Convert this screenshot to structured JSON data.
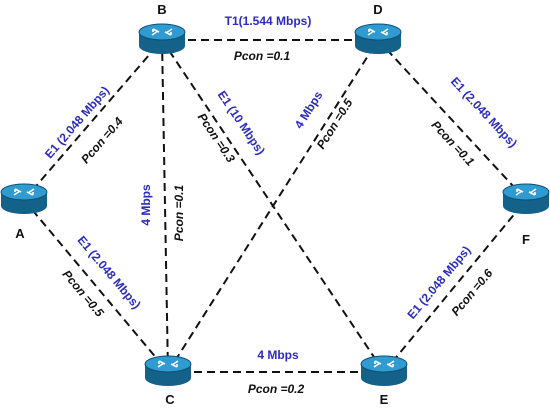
{
  "nodes": {
    "A": {
      "label": "A"
    },
    "B": {
      "label": "B"
    },
    "C": {
      "label": "C"
    },
    "D": {
      "label": "D"
    },
    "E": {
      "label": "E"
    },
    "F": {
      "label": "F"
    }
  },
  "links": {
    "BD": {
      "bandwidth": "T1(1.544 Mbps)",
      "pcon": "Pcon =0.1"
    },
    "AB": {
      "bandwidth": "E1 (2.048 Mbps)",
      "pcon": "Pcon =0.4"
    },
    "AC": {
      "bandwidth": "E1 (2.048 Mbps)",
      "pcon": "Pcon =0.5"
    },
    "BC": {
      "bandwidth": "4 Mbps",
      "pcon": "Pcon =0.1"
    },
    "BE": {
      "bandwidth": "E1 (10 Mbps)",
      "pcon": "Pcon =0.3"
    },
    "CD": {
      "bandwidth": "4 Mbps",
      "pcon": "Pcon =0.5"
    },
    "CE": {
      "bandwidth": "4 Mbps",
      "pcon": "Pcon =0.2"
    },
    "DF": {
      "bandwidth": "E1 (2.048 Mbps)",
      "pcon": "Pcon =0.1"
    },
    "EF": {
      "bandwidth": "E1 (2.048 Mbps)",
      "pcon": "Pcon =0.6"
    }
  },
  "colors": {
    "router_body": "#1a78a8",
    "router_top": "#2f9bd0",
    "bandwidth_text": "#2b2bbf",
    "link": "#111111"
  }
}
